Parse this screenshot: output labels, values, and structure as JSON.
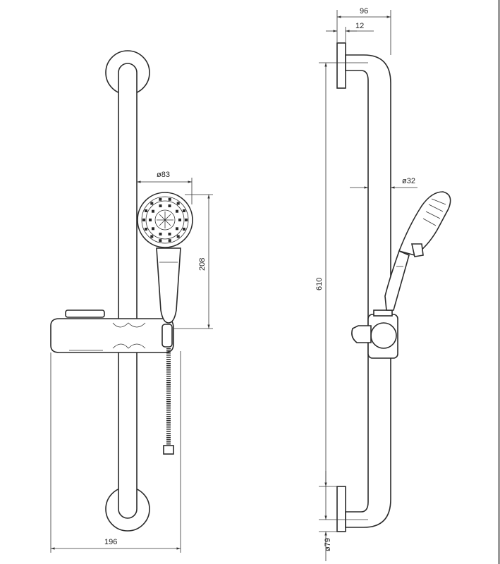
{
  "dimensions": {
    "top_width": "96",
    "top_offset": "12",
    "bar_diameter": "ø32",
    "head_diameter": "ø83",
    "head_height": "208",
    "total_height": "610",
    "bracket_diameter": "ø79",
    "total_width": "196"
  },
  "colors": {
    "line": "#2a2a2a",
    "background": "#ffffff"
  }
}
